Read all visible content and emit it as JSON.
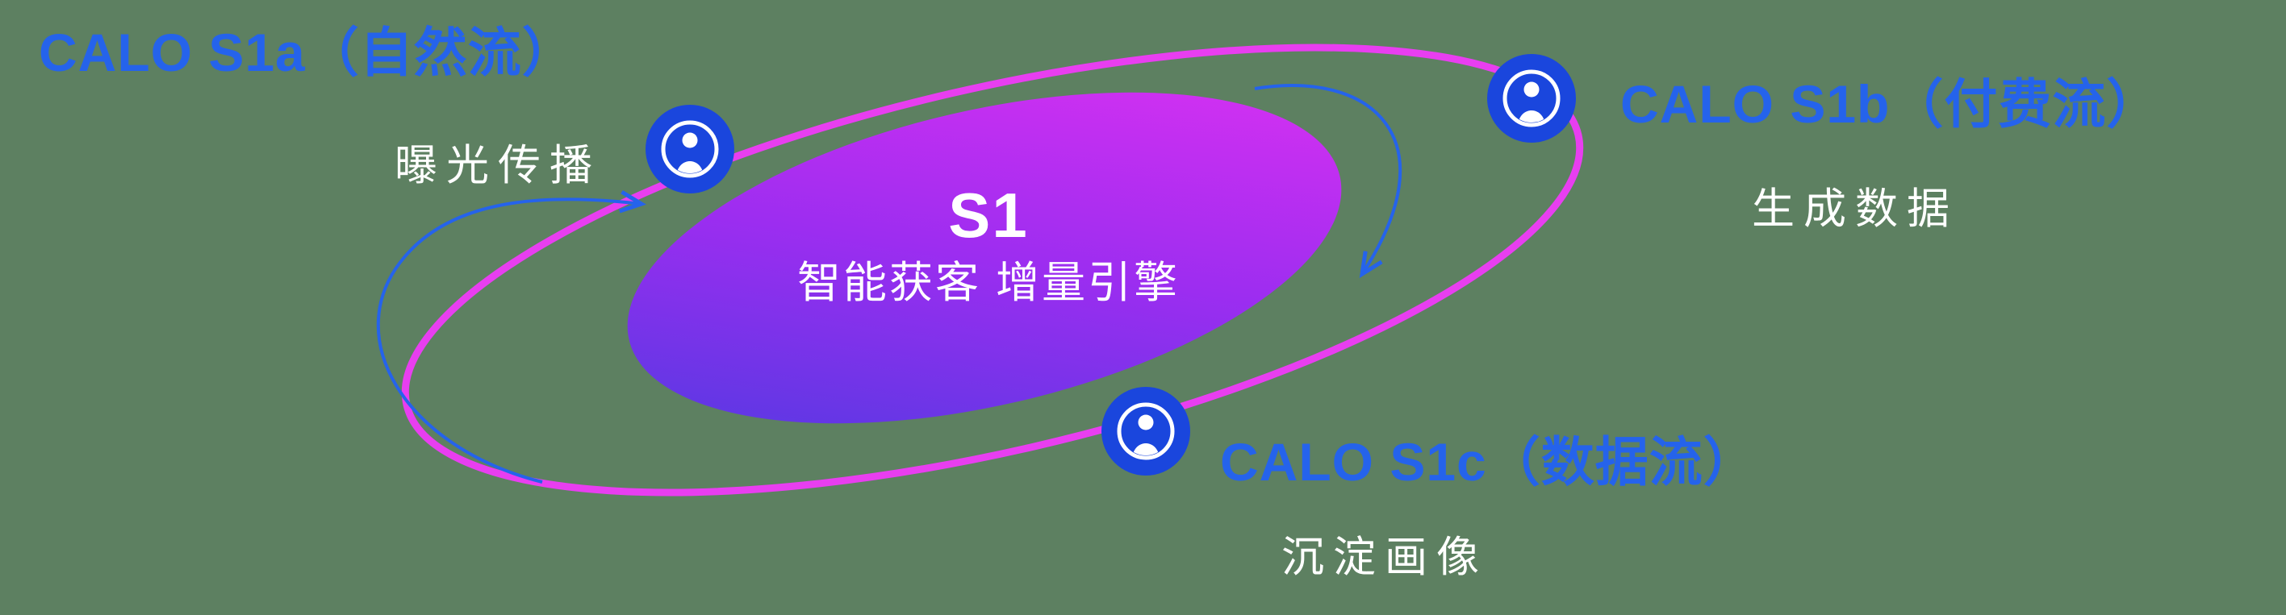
{
  "colors": {
    "background": "#5d8061",
    "title-blue": "#2563eb",
    "icon-blue": "#1a46dd",
    "ring-pink": "#e83ef0",
    "grad-start": "#4b3be0",
    "grad-mid": "#9c2df0",
    "grad-end": "#e231f2",
    "arrow-blue": "#2563eb"
  },
  "core": {
    "title": "S1",
    "subtitle": "智能获客  增量引擎"
  },
  "nodes": [
    {
      "id": "s1a",
      "title": "CALO S1a（自然流）",
      "subtitle": "曝光传播"
    },
    {
      "id": "s1b",
      "title": "CALO S1b（付费流）",
      "subtitle": "生成数据"
    },
    {
      "id": "s1c",
      "title": "CALO S1c（数据流）",
      "subtitle": "沉淀画像"
    }
  ]
}
